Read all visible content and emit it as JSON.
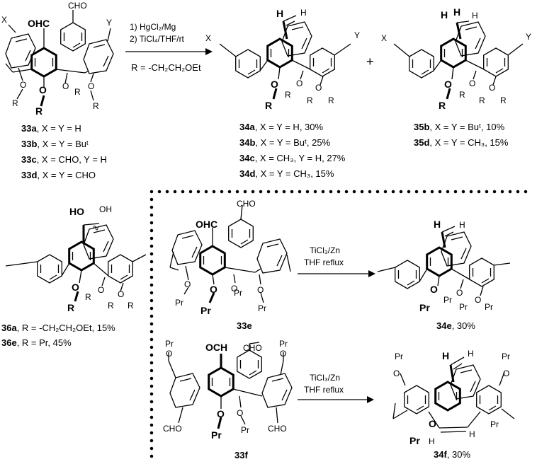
{
  "conditions_top": {
    "line1": "1) HgCl₂/Mg",
    "line2": "2) TiCl₄/THF/rt"
  },
  "r_definition": "R = -CH₂CH₂OEt",
  "plus_sign": "+",
  "atoms": {
    "cho": "CHO",
    "ohc": "OHC",
    "och": "OCH",
    "x": "X",
    "y": "Y",
    "o": "O",
    "r": "R",
    "pr": "Pr",
    "h": "H",
    "ho": "HO",
    "oh": "OH",
    "wavy": "∿"
  },
  "labels_33": [
    {
      "id": "33a",
      "text": ", X = Y = H"
    },
    {
      "id": "33b",
      "text": ", X = Y = Buᵗ"
    },
    {
      "id": "33c",
      "text": ", X = CHO, Y = H"
    },
    {
      "id": "33d",
      "text": ", X = Y = CHO"
    }
  ],
  "labels_34": [
    {
      "id": "34a",
      "text": ", X = Y = H, 30%"
    },
    {
      "id": "34b",
      "text": ", X = Y = Buᵗ, 25%"
    },
    {
      "id": "34c",
      "text": ", X = CH₃, Y = H, 27%"
    },
    {
      "id": "34d",
      "text": ", X = Y = CH₃, 15%"
    }
  ],
  "labels_35": [
    {
      "id": "35b",
      "text": ", X = Y = Buᵗ, 10%"
    },
    {
      "id": "35d",
      "text": ", X = Y = CH₃, 15%"
    }
  ],
  "labels_36": [
    {
      "id": "36a",
      "text": ", R = -CH₂CH₂OEt, 15%"
    },
    {
      "id": "36e",
      "text": ", R = Pr, 45%"
    }
  ],
  "reaction_e": {
    "start": "33e",
    "conditions1": "TiCl₃/Zn",
    "conditions2": "THF reflux",
    "product_id": "34e",
    "product_yield": ", 30%"
  },
  "reaction_f": {
    "start": "33f",
    "conditions1": "TiCl₃/Zn",
    "conditions2": "THF reflux",
    "product_id": "34f",
    "product_yield": ", 30%"
  }
}
